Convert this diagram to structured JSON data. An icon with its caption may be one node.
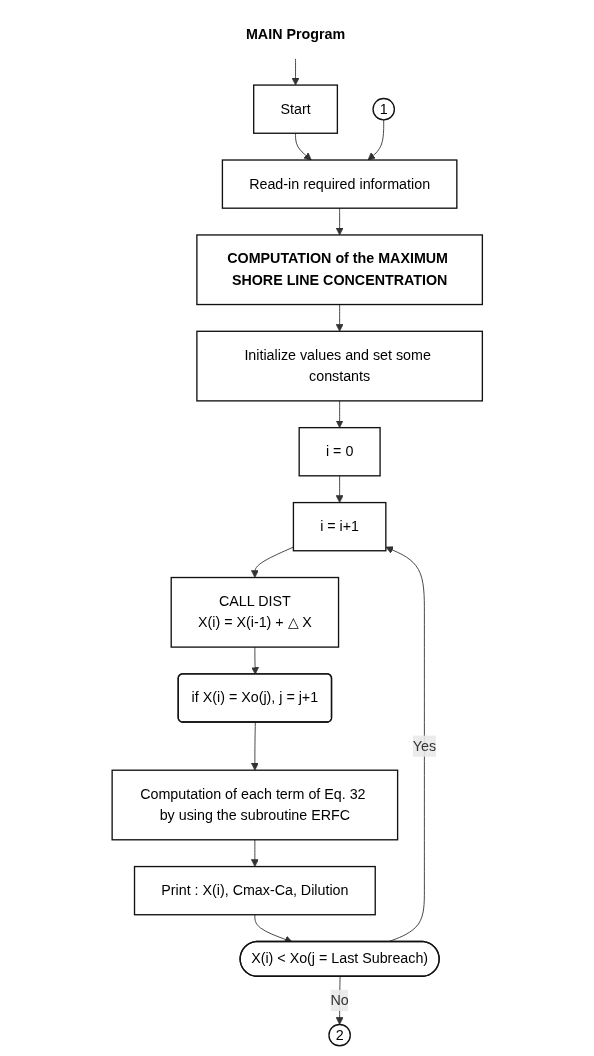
{
  "diagram": {
    "nodes": [
      {
        "text": [
          "MAIN Program"
        ]
      },
      {
        "text": [
          "Start"
        ]
      },
      {
        "text": [
          "Read-in required information"
        ]
      },
      {
        "text": [
          "1"
        ]
      },
      {
        "text": [
          "COMPUTATION of the MAXIMUM SHORE LINE CONCENTRATION"
        ]
      },
      {
        "text": [
          "Initialize values and set some constants"
        ]
      },
      {
        "text": [
          "i = 0"
        ]
      },
      {
        "text": [
          "i = i+1"
        ]
      },
      {
        "text": [
          "CALL DIST",
          "X(i) = X(i-1) + △ X"
        ]
      },
      {
        "text": [
          "if X(i) = Xo(j),  j = j+1"
        ]
      },
      {
        "text": [
          "Computation of each term of Eq. 32 by using the subroutine ERFC"
        ]
      },
      {
        "text": [
          "Print : X(i), Cmax-Ca, Dilution"
        ]
      },
      {
        "text": [
          "X(i) < Xo(j = Last Subreach)"
        ]
      },
      {
        "text": [
          "2"
        ]
      }
    ],
    "edges": [
      {
        "from": 0,
        "to": 1,
        "arrow": "to"
      },
      {
        "from": 1,
        "to": 2,
        "arrow": "to"
      },
      {
        "from": 3,
        "to": 2,
        "arrow": "to"
      },
      {
        "from": 2,
        "to": 4,
        "arrow": "to"
      },
      {
        "from": 4,
        "to": 5,
        "arrow": "to"
      },
      {
        "from": 5,
        "to": 6,
        "arrow": "to"
      },
      {
        "from": 6,
        "to": 7,
        "arrow": "to"
      },
      {
        "from": 7,
        "to": 8,
        "arrow": "to"
      },
      {
        "from": 8,
        "to": 9,
        "arrow": "to"
      },
      {
        "from": 9,
        "to": 10,
        "arrow": "to"
      },
      {
        "from": 10,
        "to": 11,
        "arrow": "to"
      },
      {
        "from": 11,
        "to": 12,
        "arrow": "to"
      },
      {
        "from": 12,
        "to": 7,
        "label": "Yes",
        "arrow": "to"
      },
      {
        "from": 12,
        "to": 13,
        "label": "No",
        "arrow": "to"
      }
    ]
  }
}
